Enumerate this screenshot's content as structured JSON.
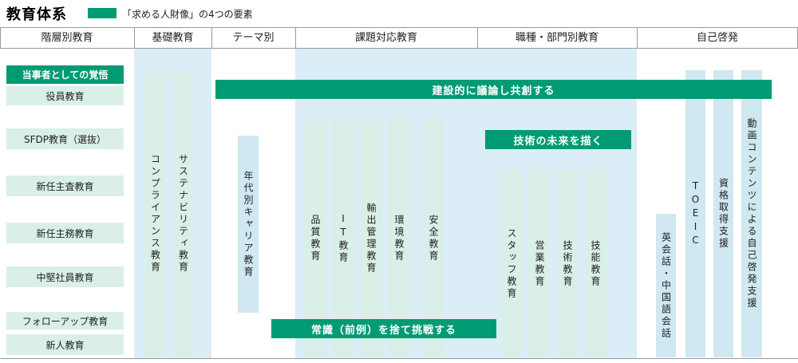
{
  "header": {
    "title": "教育体系",
    "legend": "「求める人財像」の4つの要素"
  },
  "columns": {
    "hierarchy": "階層別教育",
    "basic": "基礎教育",
    "theme": "テーマ別",
    "task": "課題対応教育",
    "job": "職種・部門別教育",
    "self": "自己啓発"
  },
  "hierarchy": {
    "highlight": "当事者としての覚悟",
    "items": [
      "役員教育",
      "SFDP教育（選抜）",
      "新任主査教育",
      "新任主務教育",
      "中堅社員教育",
      "フォローアップ教育",
      "新人教育"
    ]
  },
  "bars": {
    "basic": [
      "コンプライアンス教育",
      "サステナビリティ教育"
    ],
    "theme": [
      "年代別キャリア教育"
    ],
    "task": [
      "品質教育",
      "IT教育",
      "輸出管理教育",
      "環境教育",
      "安全教育"
    ],
    "job": [
      "スタッフ教育",
      "営業教育",
      "技術教育",
      "技能教育"
    ],
    "self": [
      "英会話・中国語会話",
      "TOEIC",
      "資格取得支援",
      "動画コンテンツによる自己啓発支援"
    ]
  },
  "banners": {
    "cocreate": "建設的に議論し共創する",
    "future": "技術の未来を描く",
    "challenge": "常識（前例）を捨て挑戦する"
  },
  "colors": {
    "accent_green": "#009b72",
    "band_blue": "#dbedf6",
    "bar_green": "#d9efe7",
    "bar_blue": "#cfe8f2",
    "line_gray": "#9a9a9a"
  }
}
